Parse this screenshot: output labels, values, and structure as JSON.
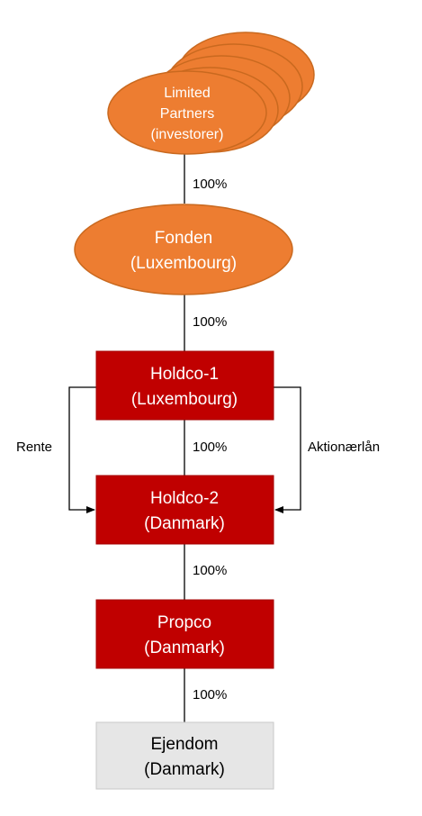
{
  "colors": {
    "orange": "#ED7D31",
    "orange_border": "#C9691F",
    "red": "#C00000",
    "red_border": "#A50000",
    "grey": "#E6E6E6",
    "grey_border": "#C8C8C8",
    "line": "#000000"
  },
  "nodes": {
    "limited_partners": {
      "line1": "Limited",
      "line2": "Partners",
      "line3": "(investorer)"
    },
    "fonden": {
      "line1": "Fonden",
      "line2": "(Luxembourg)"
    },
    "holdco1": {
      "line1": "Holdco-1",
      "line2": "(Luxembourg)"
    },
    "holdco2": {
      "line1": "Holdco-2",
      "line2": "(Danmark)"
    },
    "propco": {
      "line1": "Propco",
      "line2": "(Danmark)"
    },
    "ejendom": {
      "line1": "Ejendom",
      "line2": "(Danmark)"
    }
  },
  "edges": {
    "lp_to_fonden": "100%",
    "fonden_to_holdco1": "100%",
    "holdco1_to_holdco2": "100%",
    "holdco2_to_propco": "100%",
    "propco_to_ejendom": "100%",
    "rente": "Rente",
    "aktionaerlan": "Aktionærlån"
  }
}
